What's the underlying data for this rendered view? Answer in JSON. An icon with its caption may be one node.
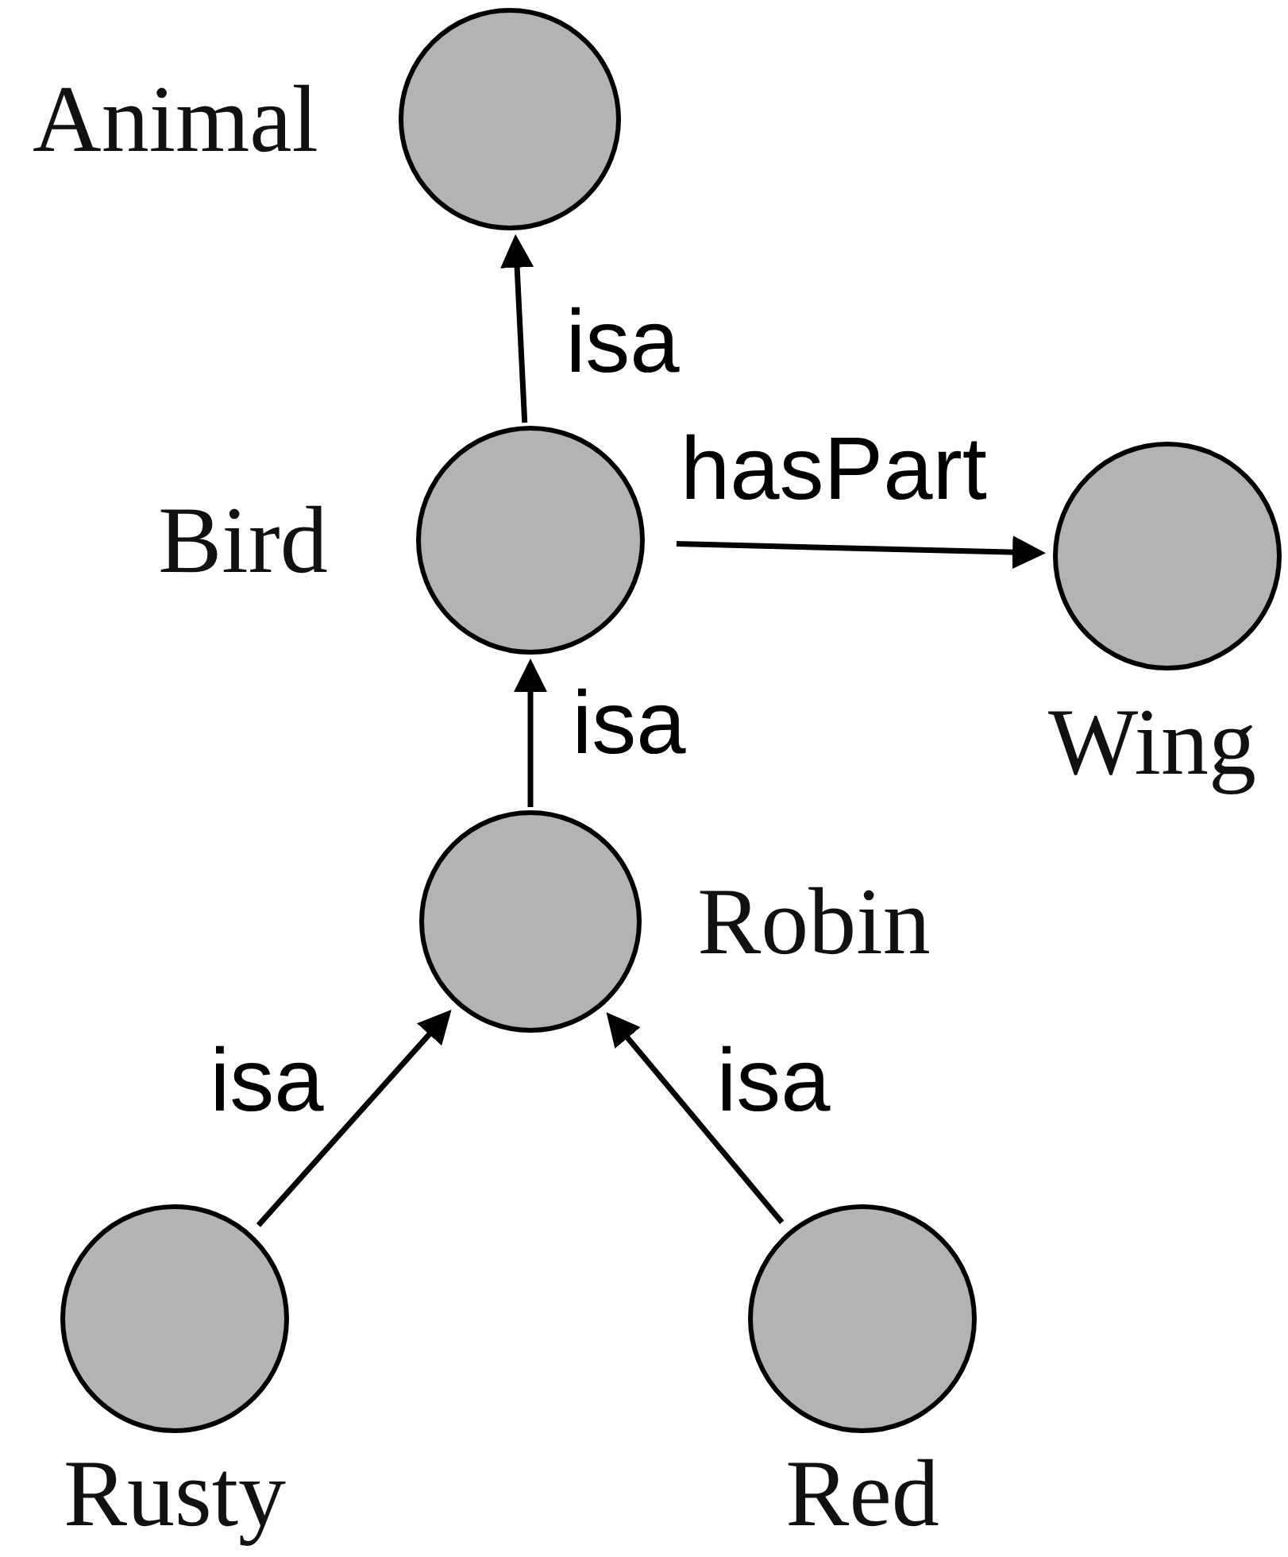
{
  "diagram": {
    "nodes": [
      {
        "text": [
          "Animal"
        ]
      },
      {
        "text": [
          "Bird"
        ]
      },
      {
        "text": [
          "Wing"
        ]
      },
      {
        "text": [
          "Robin"
        ]
      },
      {
        "text": [
          "Rusty"
        ]
      },
      {
        "text": [
          "Red"
        ]
      }
    ],
    "edges": [
      {
        "from": 1,
        "to": 0,
        "arrow": "to",
        "label": "isa"
      },
      {
        "from": 1,
        "to": 2,
        "arrow": "to",
        "label": "hasPart"
      },
      {
        "from": 3,
        "to": 1,
        "arrow": "to",
        "label": "isa"
      },
      {
        "from": 4,
        "to": 3,
        "arrow": "to",
        "label": "isa"
      },
      {
        "from": 5,
        "to": 3,
        "arrow": "to",
        "label": "isa"
      }
    ]
  }
}
